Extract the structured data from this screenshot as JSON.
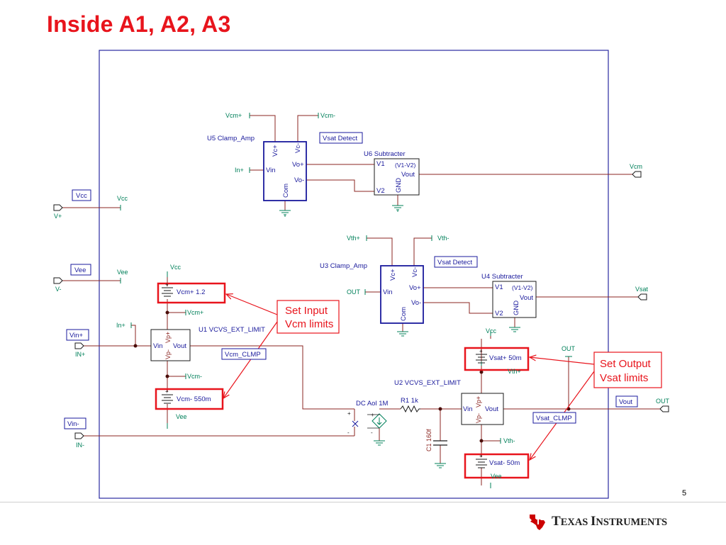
{
  "slide": {
    "title": "Inside A1, A2, A3",
    "page_number": "5"
  },
  "brand": {
    "name_big_1": "T",
    "name_small_1": "EXAS ",
    "name_big_2": "I",
    "name_small_2": "NSTRUMENTS",
    "color": "#cc0000"
  },
  "colors": {
    "title": "#e8141c",
    "wire": "#8b2520",
    "net": "#00805a",
    "component": "#1a1a9c",
    "callout": "#e8141c",
    "text": "#1a1a9c"
  },
  "schematic": {
    "u5": {
      "ref": "U5 Clamp_Amp",
      "pin_vcp": "Vc+",
      "pin_vcm": "Vc-",
      "pin_vin": "Vin",
      "pin_vop": "Vo+",
      "pin_vom": "Vo-",
      "pin_com": "Com"
    },
    "u6": {
      "ref": "U6 Subtracter",
      "pin_v1": "V1",
      "pin_v2": "V2",
      "func": "(V1-V2)",
      "pin_vout": "Vout",
      "pin_gnd": "GND"
    },
    "u3": {
      "ref": "U3 Clamp_Amp",
      "pin_vcp": "Vc+",
      "pin_vcm": "Vc-",
      "pin_vin": "Vin",
      "pin_vop": "Vo+",
      "pin_vom": "Vo-",
      "pin_com": "Com"
    },
    "u4": {
      "ref": "U4 Subtracter",
      "pin_v1": "V1",
      "pin_v2": "V2",
      "func": "(V1-V2)",
      "pin_vout": "Vout",
      "pin_gnd": "GND"
    },
    "u1": {
      "ref": "U1 VCVS_EXT_LIMIT",
      "pin_vin": "Vin",
      "pin_vout": "Vout",
      "pin_vpp": "Vp+",
      "pin_vpm": "Vp-"
    },
    "u2": {
      "ref": "U2 VCVS_EXT_LIMIT",
      "pin_vin": "Vin",
      "pin_vout": "Vout",
      "pin_vpp": "Vp+",
      "pin_vpm": "Vp-"
    },
    "dc_aol": "DC Aol 1M",
    "r1": "R1 1k",
    "c1": "C1 160f",
    "batteries": {
      "vcm_plus": "Vcm+ 1.2",
      "vcm_minus": "Vcm- 550m",
      "vsat_plus": "Vsat+ 50m",
      "vsat_minus": "Vsat- 50m"
    },
    "nets": {
      "vcm_plus": "Vcm+",
      "vcm_minus": "Vcm-",
      "in_plus": "In+",
      "vth_plus": "Vth+",
      "vth_minus": "Vth-",
      "out": "OUT",
      "vcc": "Vcc",
      "vee": "Vee",
      "vcm": "Vcm",
      "vsat": "Vsat",
      "v_plus": "V+",
      "v_minus": "V-",
      "in_plus_port": "IN+",
      "in_minus_port": "IN-",
      "vcm_plus_2": "Vcm+",
      "vcm_minus_2": "Vcm-",
      "vth_plus_2": "Vth+",
      "vth_minus_2": "Vth-",
      "vcc_2": "Vcc",
      "vee_2": "Vee",
      "vcc_3": "Vcc",
      "vee_3": "Vee",
      "in_plus_2": "In+",
      "out_2": "OUT"
    },
    "boxed_labels": {
      "vcc": "Vcc",
      "vee": "Vee",
      "vin_plus": "Vin+",
      "vin_minus": "Vin-",
      "vsat_detect_1": "Vsat Detect",
      "vsat_detect_2": "Vsat Detect",
      "vcm_clmp": "Vcm_CLMP",
      "vsat_clmp": "Vsat_CLMP",
      "vout": "Vout"
    },
    "callouts": {
      "input_line1": "Set Input",
      "input_line2": "Vcm limits",
      "output_line1": "Set Output",
      "output_line2": "Vsat limits"
    }
  }
}
